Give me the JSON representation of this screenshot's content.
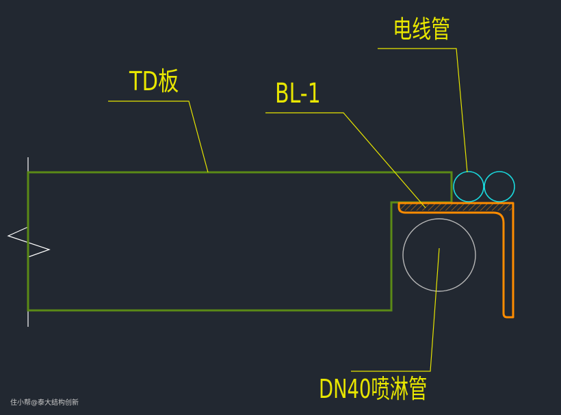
{
  "labels": {
    "td_board": "TD板",
    "bl1": "BL-1",
    "conduit": "电线管",
    "sprinkler": "DN40喷淋管"
  },
  "watermark": "住小帮@泰大结构创新",
  "colors": {
    "background": "#222831",
    "slab_outline": "#5b8a16",
    "bracket": "#ff8c00",
    "conduit": "#1ad8dc",
    "sprinkler_pipe": "#b8b8b8",
    "leader": "#e8e600",
    "break_line": "#ffffff"
  }
}
